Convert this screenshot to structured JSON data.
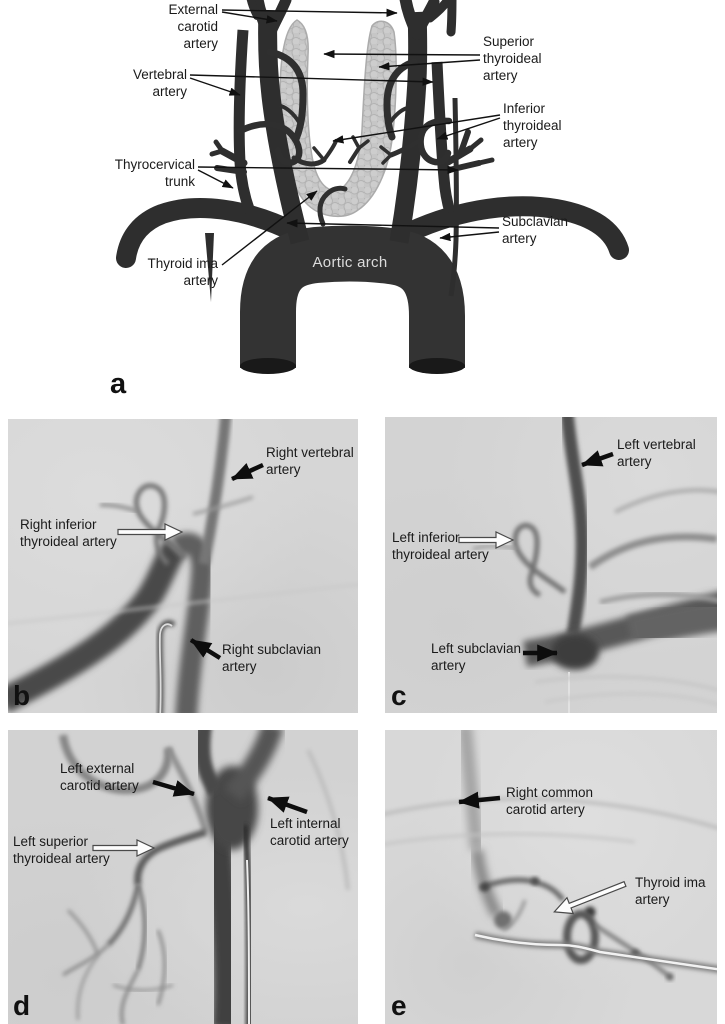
{
  "figure": {
    "panel_a": {
      "letter": "a",
      "aortic_arch_label": "Aortic arch",
      "annotations": {
        "external_carotid": "External carotid artery",
        "superior_thyroideal": "Superior thyroideal artery",
        "vertebral": "Vertebral artery",
        "inferior_thyroideal": "Inferior thyroideal artery",
        "thyrocervical": "Thyrocervical trunk",
        "subclavian": "Subclavian artery",
        "thyroid_ima": "Thyroid ima artery"
      }
    },
    "panel_b": {
      "letter": "b",
      "annotations": {
        "vertebral": "Right vertebral artery",
        "inferior_thyroideal": "Right inferior thyroideal artery",
        "subclavian": "Right subclavian artery"
      }
    },
    "panel_c": {
      "letter": "c",
      "annotations": {
        "vertebral": "Left vertebral artery",
        "inferior_thyroideal": "Left inferior thyroideal artery",
        "subclavian": "Left subclavian artery"
      }
    },
    "panel_d": {
      "letter": "d",
      "annotations": {
        "external_carotid": "Left external carotid artery",
        "internal_carotid": "Left internal carotid artery",
        "superior_thyroideal": "Left superior thyroideal artery"
      }
    },
    "panel_e": {
      "letter": "e",
      "annotations": {
        "common_carotid": "Right common carotid artery",
        "thyroid_ima": "Thyroid ima artery"
      }
    },
    "colors": {
      "vessel_dark": "#2d2d2d",
      "thyroid_gland": "#c6c6c6",
      "angio_background": "#d5d5d5",
      "annotation_text": "#1a1a1a"
    }
  }
}
